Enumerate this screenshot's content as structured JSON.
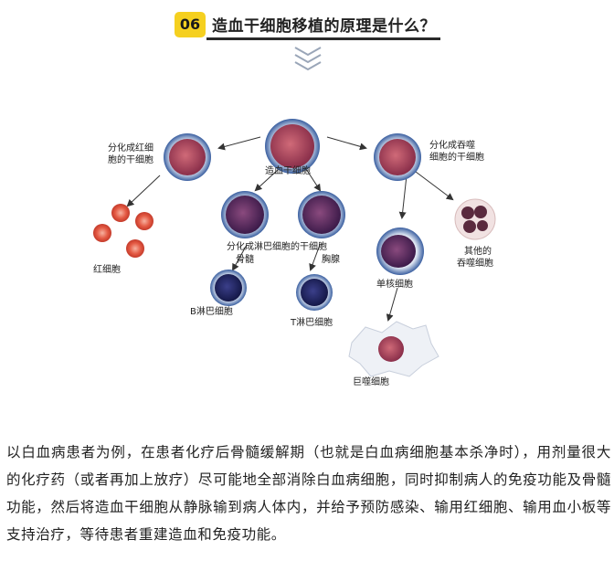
{
  "header": {
    "badge": "06",
    "title": "造血干细胞移植的原理是什么？"
  },
  "diagram": {
    "labels": {
      "hsc": "造血干细胞",
      "rbc_progenitor": [
        "分化成红细",
        "胞的干细胞"
      ],
      "myeloid_progenitor": [
        "分化成吞噬",
        "细胞的干细胞"
      ],
      "lymph_progenitor": "分化成淋巴细胞的干细胞",
      "bone_marrow": "骨髓",
      "thymus": "胸腺",
      "b_cell": "B淋巴细胞",
      "t_cell": "T淋巴细胞",
      "rbc": "红细胞",
      "monocyte": "单核细胞",
      "other_phagocyte": [
        "其他的",
        "吞噬细胞"
      ],
      "macrophage": "巨噬细胞"
    }
  },
  "body": {
    "paragraph": "以白血病患者为例，在患者化疗后骨髓缓解期（也就是白血病细胞基本杀净时），用剂量很大的化疗药（或者再加上放疗）尽可能地全部消除白血病细胞，同时抑制病人的免疫功能及骨髓功能，然后将造血干细胞从静脉输到病人体内，并给予预防感染、输用红细胞、输用血小板等支持治疗，等待患者重建造血和免疫功能。"
  },
  "colors": {
    "badge": "#f5d020",
    "text": "#222222",
    "chevron": "#9aa6b8"
  }
}
